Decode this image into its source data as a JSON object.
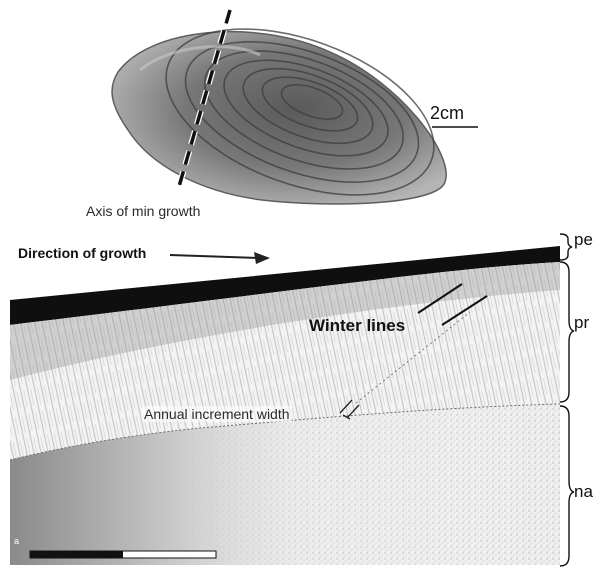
{
  "labels": {
    "axis_min_growth": "Axis of min growth",
    "scale_shell": "2cm",
    "direction_of_growth": "Direction of growth",
    "winter_lines": "Winter lines",
    "annual_increment_width": "Annual increment width",
    "layer_pe": "pe",
    "layer_pr": "pr",
    "layer_na": "na",
    "panel_letter": "a"
  },
  "colors": {
    "periostracum": "#0f0f0f",
    "prismatic": "#dcdcdc",
    "nacre": "#e8e8e8",
    "nacre_dark": "#8c8c8c",
    "shell": "#7a7a7a",
    "ink": "#111111"
  },
  "icons": {
    "direction_arrow": "arrow-right-icon",
    "axis_line": "dashed-line",
    "brackets": "curly-brace-right"
  }
}
